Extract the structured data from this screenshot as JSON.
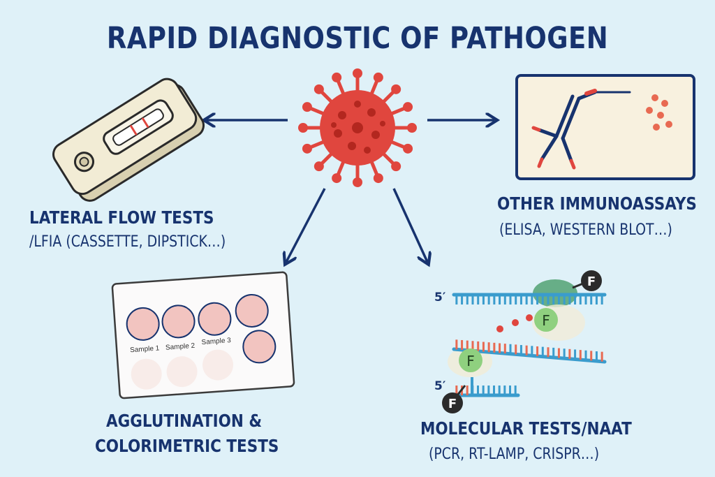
{
  "title": "RAPID DIAGNOSTIC OF PATHOGEN",
  "colors": {
    "background": "#dff1f8",
    "text": "#17336e",
    "virus": "#e0463e",
    "dna_strand": "#3a9ccd",
    "dna_tick_alt": "#e86a52",
    "fluorophore": "#8fd07f",
    "quencher": "#2b2b2b",
    "agglutination_well": "#f2c4c0",
    "cassette": "#f2ecd5"
  },
  "center": {
    "icon": "virus-icon"
  },
  "lateral_flow": {
    "title": "LATERAL FLOW TESTS",
    "subtitle": "/LFIA (CASSETTE, DIPSTICK…)"
  },
  "immunoassays": {
    "title": "OTHER IMMUNOASSAYS",
    "subtitle": "(ELISA, WESTERN BLOT…)"
  },
  "agglutination": {
    "title_line1": "AGGLUTINATION &",
    "title_line2": "COLORIMETRIC TESTS",
    "sample_labels": [
      "Sample 1",
      "Sample 2",
      "Sample 3"
    ]
  },
  "molecular": {
    "title": "MOLECULAR TESTS/NAAT",
    "subtitle": "(PCR, RT-LAMP, CRISPR…)",
    "strand_end_label": "5′",
    "fluorophore_label": "F"
  }
}
